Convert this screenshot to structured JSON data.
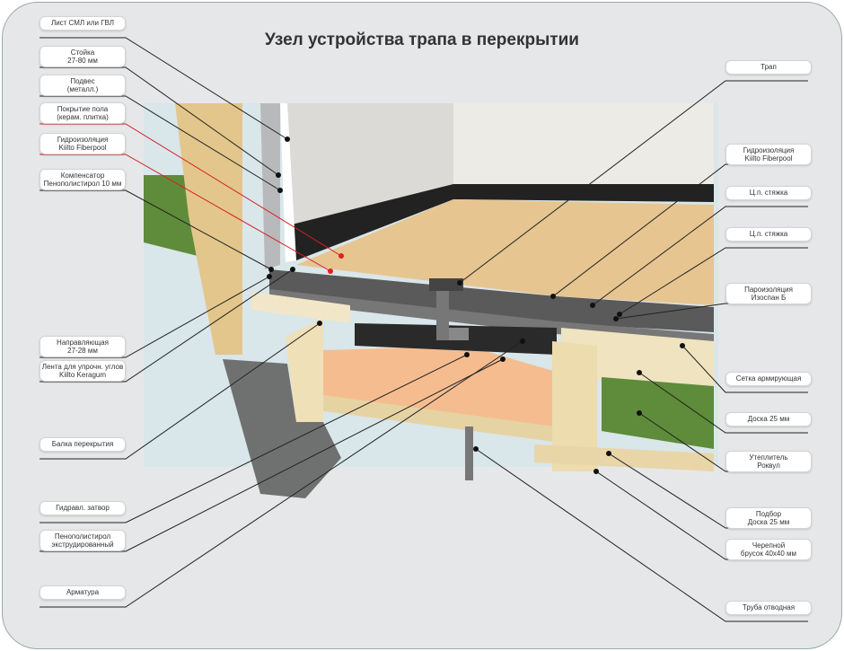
{
  "title": "Узел устройства трапа в перекрытии",
  "left_labels": [
    {
      "text": "Лист СМЛ или ГВЛ",
      "leader": "black"
    },
    {
      "text": "Стойка\n27-80 мм",
      "leader": "black"
    },
    {
      "text": "Подвес\n(металл.)",
      "leader": "black"
    },
    {
      "text": "Покрытие пола\n(керам. плитка)",
      "leader": "red"
    },
    {
      "text": "Гидроизоляция\nKiilto Fiberpool",
      "leader": "red"
    },
    {
      "text": "Компенсатор\nПенополистирол 10 мм",
      "leader": "black"
    },
    {
      "text": "Направляющая\n27-28 мм",
      "leader": "black"
    },
    {
      "text": "Лента для упрочн. углов\nKiilto Keragum",
      "leader": "black"
    },
    {
      "text": "Балка  перекрытия",
      "leader": "black"
    },
    {
      "text": "Гидравл. затвор",
      "leader": "black"
    },
    {
      "text": "Пенополистирол\nэкструдированный",
      "leader": "black"
    },
    {
      "text": "Арматура",
      "leader": "black"
    }
  ],
  "right_labels": [
    {
      "text": "Трап"
    },
    {
      "text": "Гидроизоляция\nKiilto Fiberpool"
    },
    {
      "text": "Ц.п. стяжка"
    },
    {
      "text": "Ц.п. стяжка"
    },
    {
      "text": "Пароизоляция\nИзоспан Б"
    },
    {
      "text": "Сетка армирующая"
    },
    {
      "text": "Доска 25 мм"
    },
    {
      "text": "Утеплитель\nРоквул"
    },
    {
      "text": "Подбор\nДоска 25 мм"
    },
    {
      "text": "Черепной\nбрусок 40х40 мм"
    },
    {
      "text": "Труба отводная"
    }
  ],
  "colors": {
    "leader_red": "#d42020",
    "leader_black": "#222222",
    "tile": "#e8c896",
    "wood": "#e8d2a0",
    "screed": "#555555",
    "insulation": "#6a8a3a",
    "foam": "#f3b88a"
  }
}
